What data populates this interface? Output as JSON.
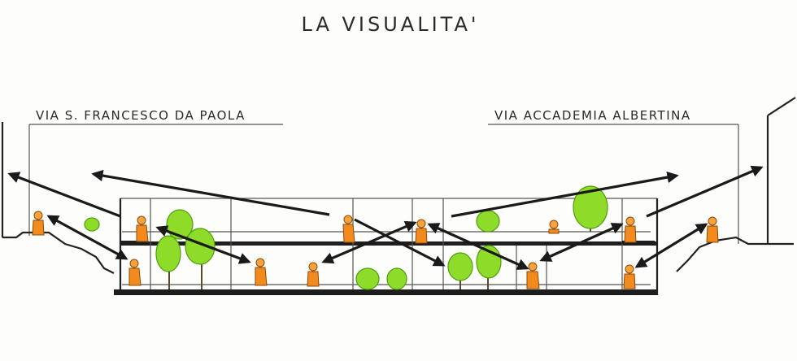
{
  "diagram": {
    "title": "LA VISUALITA'",
    "streets": {
      "left": "VIA S. FRANCESCO DA PAOLA",
      "right": "VIA ACCADEMIA ALBERTINA"
    },
    "colors": {
      "ink": "#1a1a1a",
      "tree_fill": "#8edb2a",
      "person_fill": "#f28a1d"
    },
    "icons": [
      "person-figure-icon",
      "tree-icon",
      "sight-arrow-icon"
    ]
  }
}
